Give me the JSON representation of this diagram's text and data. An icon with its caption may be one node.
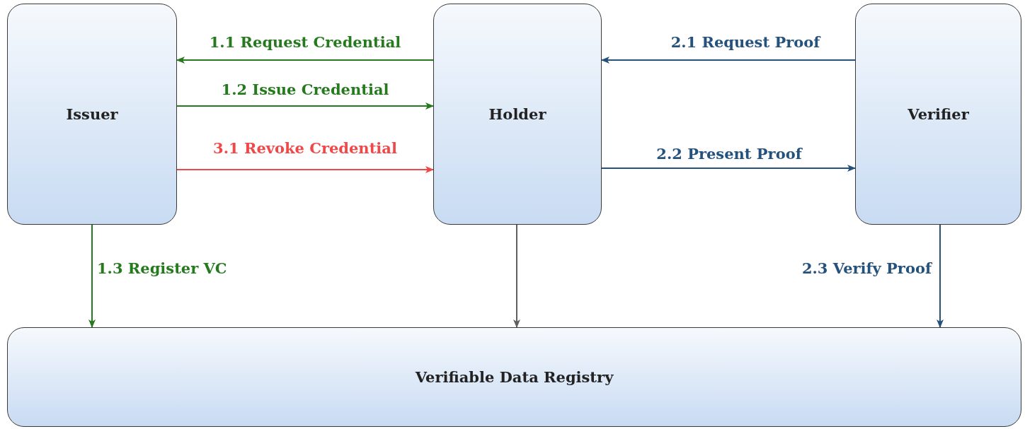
{
  "diagram": {
    "nodes": [
      {
        "text": [
          "Issuer"
        ]
      },
      {
        "text": [
          "Holder"
        ]
      },
      {
        "text": [
          "Verifier"
        ]
      },
      {
        "text": [
          "Verifiable Data Registry"
        ]
      }
    ],
    "edges": [
      {
        "from": 1,
        "to": 0,
        "arrow": "to",
        "label": "1.1 Request Credential",
        "color": "#267a1e"
      },
      {
        "from": 0,
        "to": 1,
        "arrow": "to",
        "label": "1.2 Issue Credential",
        "color": "#267a1e"
      },
      {
        "from": 0,
        "to": 1,
        "arrow": "to",
        "label": "3.1 Revoke Credential",
        "color": "#f04848"
      },
      {
        "from": 2,
        "to": 1,
        "arrow": "to",
        "label": "2.1 Request Proof",
        "color": "#24527d"
      },
      {
        "from": 1,
        "to": 2,
        "arrow": "to",
        "label": "2.2 Present Proof",
        "color": "#24527d"
      },
      {
        "from": 0,
        "to": 3,
        "arrow": "to",
        "label": "1.3 Register VC",
        "color": "#267a1e"
      },
      {
        "from": 1,
        "to": 3,
        "arrow": "to",
        "color": "#606060"
      },
      {
        "from": 2,
        "to": 3,
        "arrow": "to",
        "label": "2.3 Verify Proof",
        "color": "#24527d"
      }
    ]
  }
}
